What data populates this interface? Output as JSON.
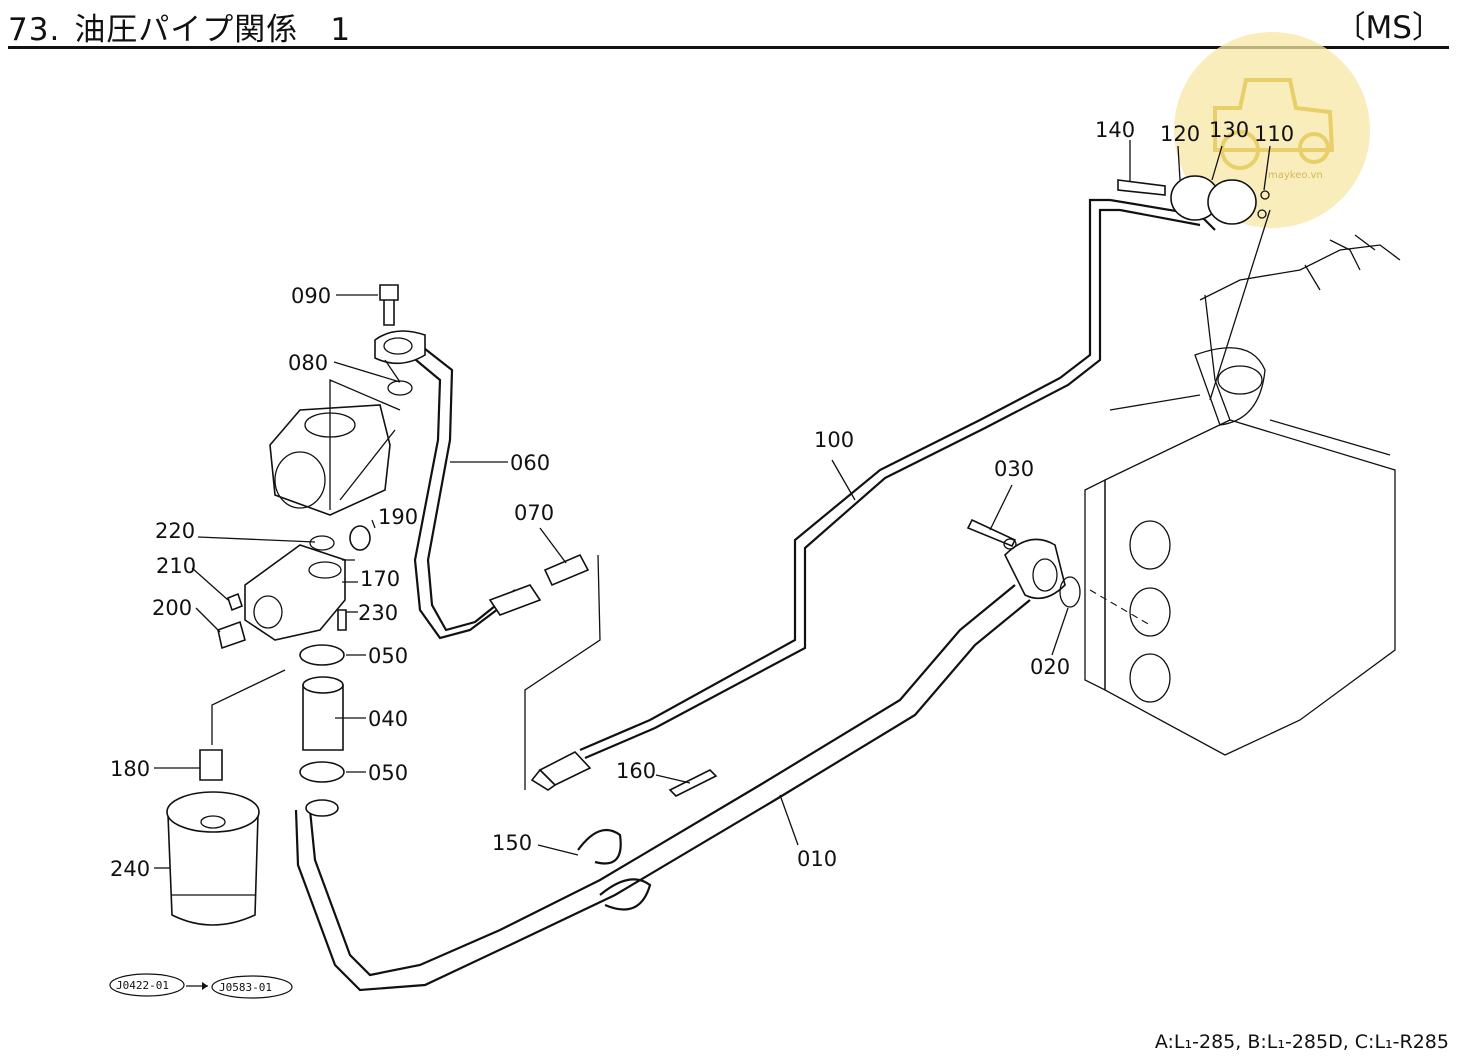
{
  "header": {
    "number": "73.",
    "title": "油圧パイプ関係",
    "part": "1",
    "variant": "〔MS〕"
  },
  "footer": {
    "text": "A:L₁-285, B:L₁-285D, C:L₁-R285"
  },
  "labels": {
    "p010": "010",
    "p020": "020",
    "p030": "030",
    "p040": "040",
    "p050a": "050",
    "p050b": "050",
    "p060": "060",
    "p070": "070",
    "p080": "080",
    "p090": "090",
    "p100": "100",
    "p110": "110",
    "p120": "120",
    "p130": "130",
    "p140": "140",
    "p150": "150",
    "p160": "160",
    "p170": "170",
    "p180": "180",
    "p190": "190",
    "p200": "200",
    "p210": "210",
    "p220": "220",
    "p230": "230",
    "p240": "240"
  },
  "serials": {
    "from": "J0422-01",
    "to": "J0583-01"
  },
  "watermark": {
    "text": "maykeo.vn",
    "color": "#f6e59a"
  }
}
